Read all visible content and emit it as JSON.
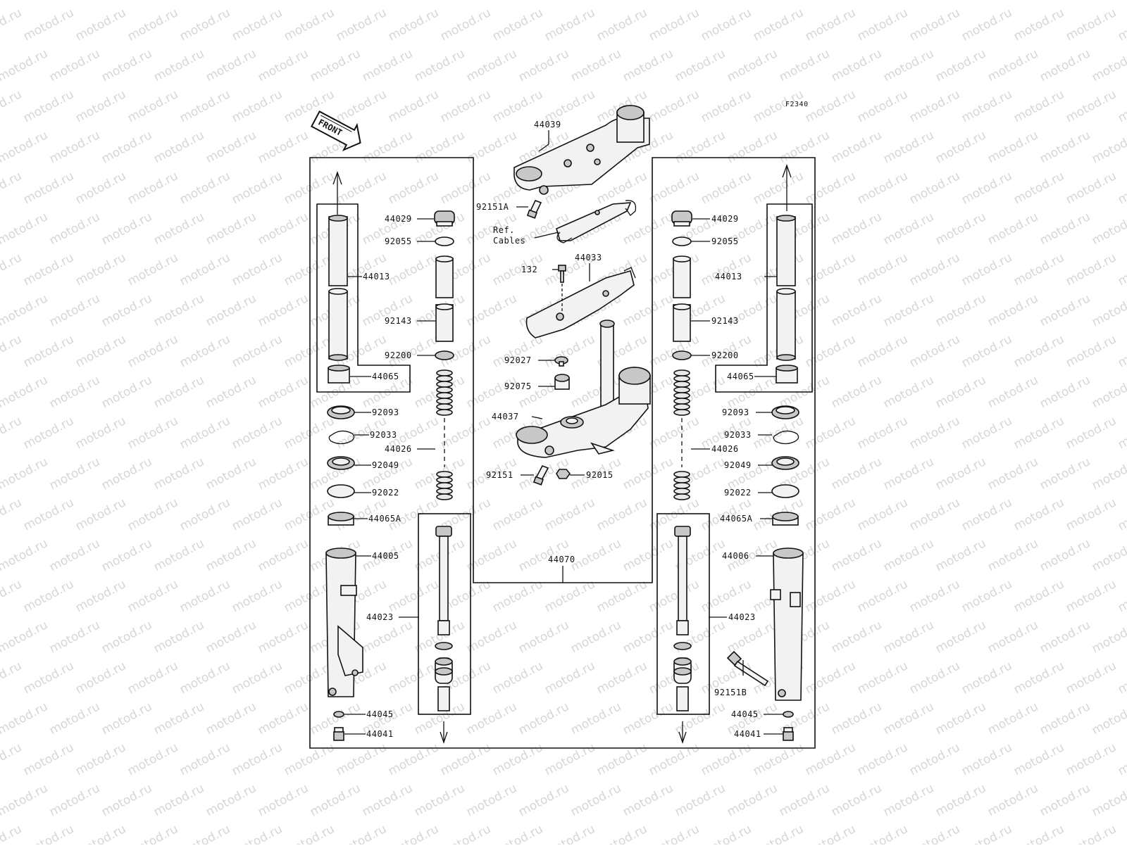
{
  "diagram": {
    "code": "F2340",
    "watermark": "motod.ru",
    "front_arrow_text": "FRONT",
    "labels": {
      "l_44029": "44029",
      "l_92055": "92055",
      "l_44013": "44013",
      "l_92143": "92143",
      "l_92200": "92200",
      "l_44065": "44065",
      "l_92093": "92093",
      "l_92033": "92033",
      "l_44026": "44026",
      "l_92049": "92049",
      "l_92022": "92022",
      "l_44065A": "44065A",
      "l_44005": "44005",
      "l_44023": "44023",
      "l_44045": "44045",
      "l_44041": "44041",
      "r_44029": "44029",
      "r_92055": "92055",
      "r_44013": "44013",
      "r_92143": "92143",
      "r_92200": "92200",
      "r_44065": "44065",
      "r_92093": "92093",
      "r_92033": "92033",
      "r_44026": "44026",
      "r_92049": "92049",
      "r_92022": "92022",
      "r_44065A": "44065A",
      "r_44006": "44006",
      "r_44023": "44023",
      "r_92151B": "92151B",
      "r_44045": "44045",
      "r_44041": "44041",
      "c_44039": "44039",
      "c_92151A": "92151A",
      "c_ref1": "Ref.",
      "c_ref2": "Cables",
      "c_44033": "44033",
      "c_132": "132",
      "c_92027": "92027",
      "c_92075": "92075",
      "c_44037": "44037",
      "c_92151": "92151",
      "c_92015": "92015",
      "c_44070": "44070"
    }
  }
}
